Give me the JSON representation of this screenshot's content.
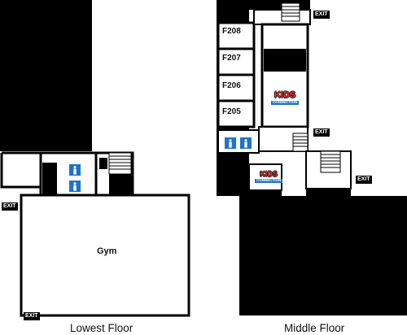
{
  "captions": {
    "lowest": "Lowest Floor",
    "middle": "Middle Floor"
  },
  "exits": {
    "label": "EXIT"
  },
  "lowest": {
    "gym": "Gym"
  },
  "middle": {
    "rooms": [
      "F208",
      "F207",
      "F206",
      "F205"
    ]
  },
  "kids_logo": {
    "line1": "KIDS",
    "line2": "CONNECTION"
  },
  "colors": {
    "wall": "#000000",
    "restroom": "#1f73c9",
    "logo_red": "#e23131"
  },
  "icons": [
    "restroom-icon",
    "stairs-icon",
    "kids-connection-logo"
  ]
}
